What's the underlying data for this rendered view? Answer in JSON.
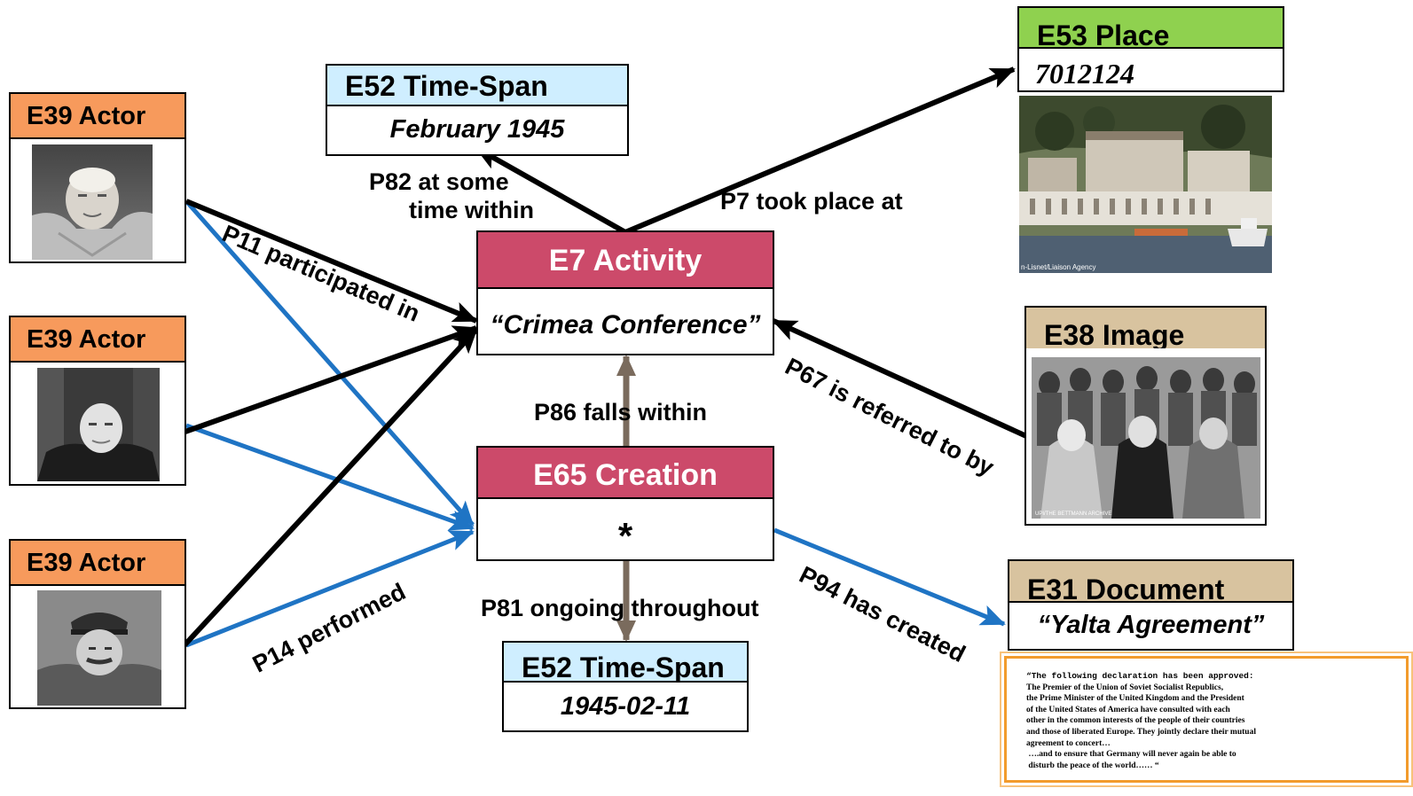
{
  "nodes": {
    "actor1": {
      "type": "E39 Actor",
      "photo": "churchill-portrait"
    },
    "actor2": {
      "type": "E39 Actor",
      "photo": "roosevelt-portrait"
    },
    "actor3": {
      "type": "E39 Actor",
      "photo": "stalin-portrait"
    },
    "timespan_top": {
      "type": "E52 Time-Span",
      "value": "February 1945"
    },
    "activity": {
      "type": "E7 Activity",
      "value": "“Crimea Conference”"
    },
    "creation": {
      "type": "E65 Creation",
      "value": "*"
    },
    "timespan_bottom": {
      "type": "E52 Time-Span",
      "value": "1945-02-11"
    },
    "place": {
      "type": "E53 Place",
      "value": "7012124",
      "photo_caption": "n-Lisnet/Liaison Agency"
    },
    "image": {
      "type": "E38 Image",
      "photo_caption": "UPI/THE BETTMANN ARCHIVE"
    },
    "document": {
      "type": "E31 Document",
      "value": "“Yalta Agreement”",
      "excerpt": [
        "“The following declaration has been approved:",
        "The Premier of the Union of Soviet Socialist Republics,",
        "the Prime Minister of the United Kingdom and the President",
        "of the United States of America have consulted with each",
        "other in the common interests of the people of their countries",
        "and those of liberated Europe. They jointly declare their mutual",
        "agreement to concert…",
        " ….and to ensure that Germany will never again be able to",
        " disturb the peace of the world…… “"
      ]
    }
  },
  "edges": {
    "p11": "P11 participated in",
    "p14": "P14 performed",
    "p82_line1": "P82 at some",
    "p82_line2": "time within",
    "p7": "P7 took place at",
    "p67": "P67 is referred to by",
    "p86": "P86 falls  within",
    "p81": "P81 ongoing throughout",
    "p94": "P94 has created"
  },
  "colors": {
    "actor_header": "#f79a5c",
    "timespan_header": "#cfeeff",
    "activity_header": "#cc4a6a",
    "place_header": "#8fd14f",
    "image_header": "#d8c39f",
    "document_header": "#d8c39f",
    "edge_black": "#000000",
    "edge_blue": "#1f74c4",
    "edge_brown": "#7a6b5d",
    "document_frame": "#f29b2c"
  }
}
